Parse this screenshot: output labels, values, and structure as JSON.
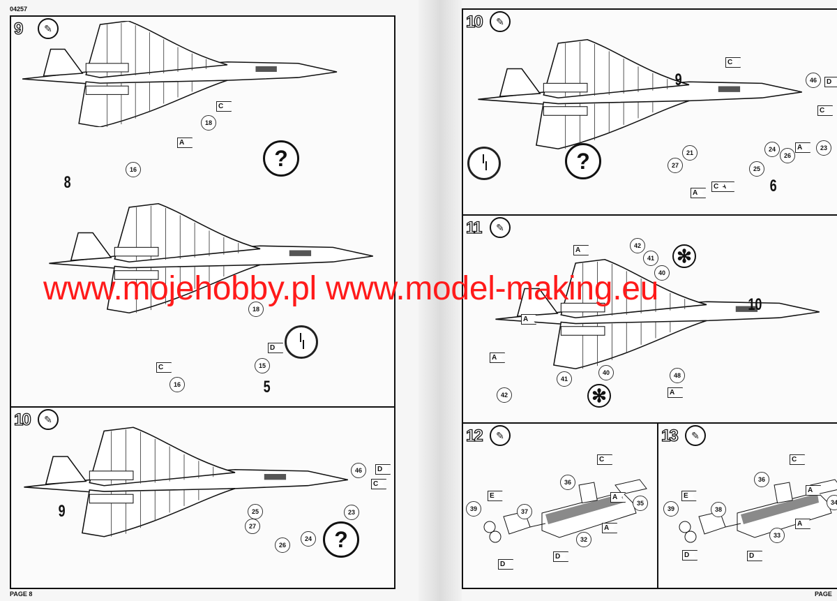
{
  "header": {
    "code": "04257",
    "page_label": "PAGE 8",
    "page_label_right": "PAGE"
  },
  "watermark": "www.mojehobby.pl www.model-making.eu",
  "icons": {
    "glue": "glue-tube-icon",
    "clock": "drying-clock-icon",
    "hint": "question-mark-icon"
  },
  "panels": [
    {
      "step": "9",
      "callouts": [
        "18",
        "16",
        "15",
        "16",
        "18"
      ],
      "flags": [
        "C",
        "A",
        "D",
        "C"
      ],
      "big": [
        "8",
        "5"
      ]
    },
    {
      "step": "10",
      "callouts": [
        "46",
        "25",
        "23",
        "27",
        "26",
        "24"
      ],
      "flags": [
        "D",
        "C"
      ],
      "big": [
        "9"
      ]
    },
    {
      "step": "10",
      "callouts": [
        "46",
        "21",
        "27",
        "25",
        "24",
        "26",
        "23"
      ],
      "flags": [
        "C",
        "D",
        "C",
        "A",
        "A",
        "A",
        "C"
      ],
      "big": [
        "9",
        "6"
      ]
    },
    {
      "step": "11",
      "callouts": [
        "42",
        "41",
        "40",
        "42",
        "41",
        "40",
        "48"
      ],
      "flags": [
        "A",
        "A",
        "A",
        "A"
      ],
      "big": [
        "10"
      ]
    },
    {
      "step": "12",
      "callouts": [
        "36",
        "35",
        "39",
        "37",
        "32"
      ],
      "flags": [
        "C",
        "A",
        "E",
        "A",
        "D",
        "D"
      ],
      "big": []
    },
    {
      "step": "13",
      "callouts": [
        "36",
        "34",
        "39",
        "38",
        "33"
      ],
      "flags": [
        "C",
        "A",
        "E",
        "A",
        "D",
        "D"
      ],
      "big": []
    }
  ]
}
